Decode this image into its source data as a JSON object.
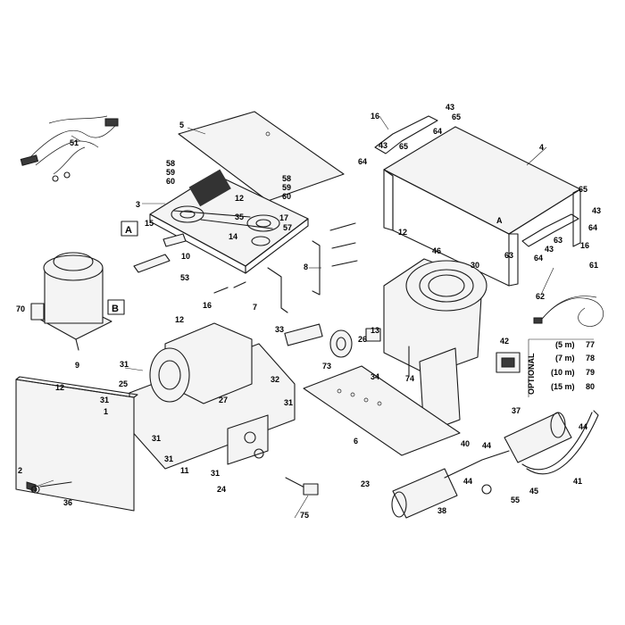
{
  "diagram": {
    "section_labels": [
      "A",
      "B"
    ],
    "optional_label": "OPTIONAL",
    "optional_items": [
      {
        "length": "(5 m)",
        "number": "77"
      },
      {
        "length": "(7 m)",
        "number": "78"
      },
      {
        "length": "(10 m)",
        "number": "79"
      },
      {
        "length": "(15 m)",
        "number": "80"
      }
    ],
    "callouts": [
      "51",
      "5",
      "16",
      "43",
      "65",
      "64",
      "43",
      "65",
      "64",
      "4",
      "58",
      "59",
      "60",
      "58",
      "59",
      "60",
      "12",
      "3",
      "35",
      "17",
      "57",
      "15",
      "14",
      "65",
      "43",
      "64",
      "A",
      "10",
      "12",
      "8",
      "46",
      "30",
      "63",
      "43",
      "64",
      "63",
      "61",
      "53",
      "16",
      "7",
      "62",
      "70",
      "B",
      "9",
      "12",
      "33",
      "13",
      "26",
      "73",
      "34",
      "74",
      "42",
      "36",
      "31",
      "25",
      "32",
      "27",
      "31",
      "1",
      "31",
      "31",
      "31",
      "11",
      "24",
      "31",
      "75",
      "6",
      "23",
      "40",
      "44",
      "44",
      "37",
      "44",
      "45",
      "55",
      "41",
      "38",
      "2",
      "12"
    ]
  }
}
